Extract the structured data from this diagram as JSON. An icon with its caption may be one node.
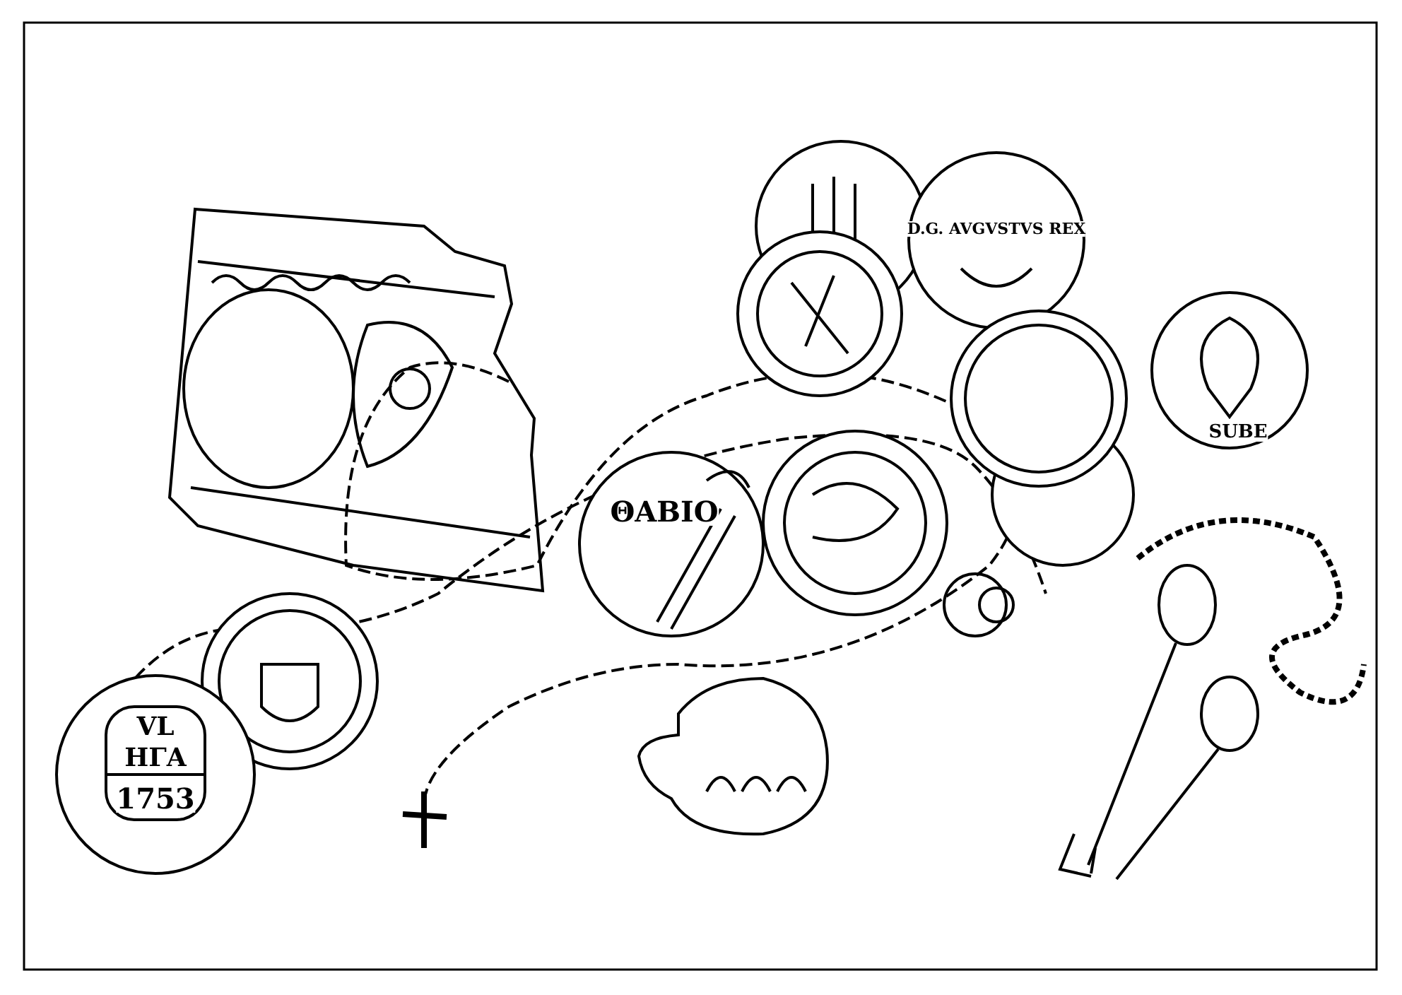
{
  "diagram": {
    "labels": [
      "D.G. AVGVSTVS REX",
      "ΘΑΒΙΟ",
      "SUBE",
      "VL",
      "HΓA",
      "1753"
    ]
  }
}
